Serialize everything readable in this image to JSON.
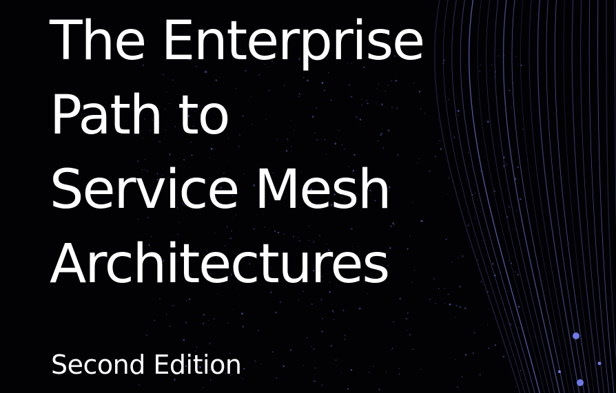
{
  "book": {
    "title_lines": [
      "The Enterprise",
      "Path to",
      "Service Mesh",
      "Architectures"
    ],
    "subtitle": "Second Edition"
  },
  "colors": {
    "background": "#020205",
    "text": "#ffffff",
    "curve_accent": "#6f72d6",
    "dot_accent": "#7a86ff"
  },
  "art": {
    "motif": "curved light streaks with scattered dots"
  }
}
